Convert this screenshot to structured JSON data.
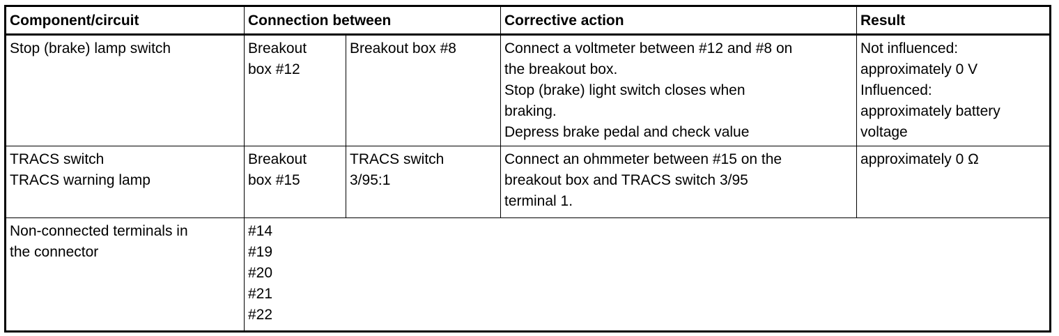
{
  "header": {
    "component": "Component/circuit",
    "connection": "Connection between",
    "action": "Corrective action",
    "result": "Result"
  },
  "rows": [
    {
      "component": [
        "Stop (brake) lamp switch"
      ],
      "from": [
        "Breakout",
        "box #12"
      ],
      "to": [
        "Breakout box #8"
      ],
      "action": [
        "Connect a voltmeter between #12 and #8 on",
        "the breakout box.",
        "Stop (brake) light switch closes when",
        "braking.",
        "Depress brake pedal and check value"
      ],
      "result": [
        "Not influenced:",
        "approximately 0 V",
        "Influenced:",
        "approximately battery",
        "voltage"
      ]
    },
    {
      "component": [
        "TRACS switch",
        "TRACS warning lamp"
      ],
      "from": [
        "Breakout",
        "box #15"
      ],
      "to": [
        "TRACS switch",
        "3/95:1"
      ],
      "action": [
        "Connect an ohmmeter between #15 on the",
        "breakout box and TRACS switch 3/95",
        "terminal 1."
      ],
      "result": [
        "approximately 0 Ω"
      ]
    },
    {
      "component": [
        "Non-connected terminals in",
        "the connector"
      ],
      "terminals": [
        "#14",
        "#19",
        "#20",
        "#21",
        "#22"
      ]
    }
  ]
}
